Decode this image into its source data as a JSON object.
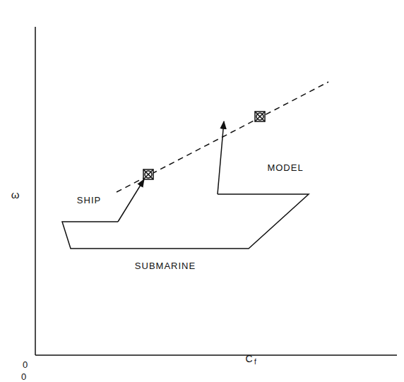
{
  "diagram": {
    "labels": [
      "SHIP",
      "MODEL",
      "SUBMARINE",
      "ω",
      "0",
      "0",
      "C",
      "f"
    ]
  }
}
